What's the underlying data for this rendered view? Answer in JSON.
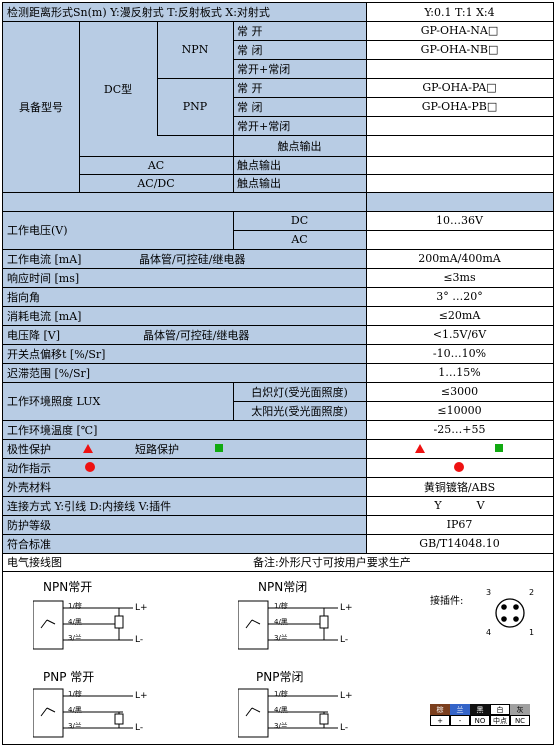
{
  "header": {
    "title": "检测距离形式Sn(m) Y:漫反射式    T:反射板式    X:对射式",
    "values": "Y:0.1      T:1       X:4"
  },
  "model": {
    "label": "具备型号",
    "dc": "DC型",
    "npn": "NPN",
    "pnp": "PNP",
    "rows": [
      {
        "func": "常    开",
        "code": "GP-OHA-NA□"
      },
      {
        "func": "常    闭",
        "code": "GP-OHA-NB□"
      },
      {
        "func": "常开+常闭",
        "code": ""
      },
      {
        "func": "常    开",
        "code": "GP-OHA-PA□"
      },
      {
        "func": "常    闭",
        "code": "GP-OHA-PB□"
      },
      {
        "func": "常开+常闭",
        "code": ""
      }
    ],
    "relay_dc": "触点输出",
    "ac": "AC",
    "relay_ac": "触点输出",
    "acdc": "AC/DC",
    "relay_acdc": "触点输出"
  },
  "specs": {
    "voltage_label": "工作电压(V)",
    "voltage_dc": "DC",
    "voltage_ac": "AC",
    "voltage_value": "10…36V",
    "current_label": "工作电流  [mA]",
    "current_type": "晶体管/可控硅/继电器",
    "current_value": "200mA/400mA",
    "response_label": "响应时间  [ms]",
    "response_value": "≤3ms",
    "angle_label": "指向角",
    "angle_value": "3° …20°",
    "consumption_label": "消耗电流  [mA]",
    "consumption_value": "≤20mA",
    "drop_label": "电压降     [V]",
    "drop_type": "晶体管/可控硅/继电器",
    "drop_value": "<1.5V/6V",
    "drift_label": "开关点偏移t [%/Sr]",
    "drift_value": "-10…10%",
    "hyst_label": "迟滞范围    [%/Sr]",
    "hyst_value": "1…15%",
    "lux_label": "工作环境照度 LUX",
    "lux_incand": "白炽灯(受光面照度)",
    "lux_incand_value": "≤3000",
    "lux_sun": "太阳光(受光面照度)",
    "lux_sun_value": "≤10000",
    "temp_label": "工作环境温度 [℃]",
    "temp_value": "-25…+55",
    "protect_label": "极性保护",
    "short_label": "短路保护",
    "indicator_label": "动作指示",
    "material_label": "外壳材料",
    "material_value": "黄铜镀铬/ABS",
    "conn_label": "连接方式      Y:引线       D:内接线       V:插件",
    "conn_value": "Y          V",
    "ip_label": "防护等级",
    "ip_value": "IP67",
    "std_label": "符合标准",
    "std_value": "GB/T14048.10",
    "wiring_label": "电气接线图",
    "note": "备注:外形尺寸可按用户要求生产"
  },
  "wiring": {
    "npn_no": "NPN常开",
    "npn_nc": "NPN常闭",
    "pnp_no": "PNP 常开",
    "pnp_nc": "PNP常闭",
    "brown": "1/棕",
    "black": "4/黑",
    "blue": "3/兰",
    "lplus": "L+",
    "lminus": "L-",
    "plug_label": "接插件:",
    "pins": [
      "3",
      "2",
      "4",
      "1"
    ],
    "legend_top": [
      "棕",
      "兰",
      "黑",
      "白",
      "灰"
    ],
    "legend_bottom": [
      "+",
      "-",
      "NO",
      "中点",
      "NC"
    ]
  },
  "colors": {
    "fill": "#b8cce4",
    "brown": "#7b3f1e",
    "blue": "#3464c8",
    "black": "#111111",
    "white": "#ffffff",
    "gray": "#a0a0a0",
    "red": "#e11111",
    "green": "#11aa11"
  }
}
